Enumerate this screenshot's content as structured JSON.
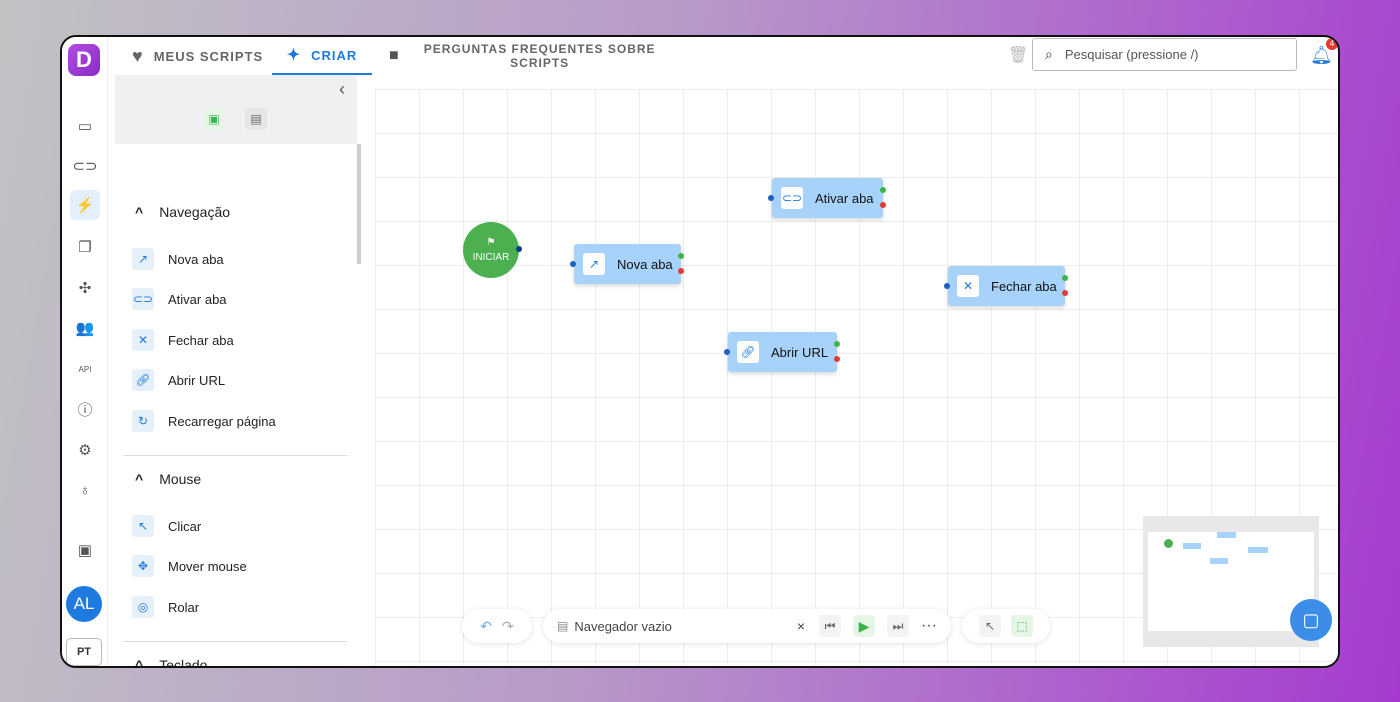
{
  "tabs": [
    {
      "label": "MEUS SCRIPTS",
      "icon": "heart-icon"
    },
    {
      "label": "CRIAR",
      "icon": "sparkle-icon"
    },
    {
      "label": "PERGUNTAS FREQUENTES SOBRE SCRIPTS",
      "icon": "book-icon"
    }
  ],
  "search": {
    "placeholder": "Pesquisar (pressione /)"
  },
  "notifications": {
    "count": "4"
  },
  "rail": {
    "logo": "D",
    "avatar": "AL",
    "lang": "PT"
  },
  "panel": {
    "sections": [
      {
        "title": "Navegação",
        "items": [
          "Nova aba",
          "Ativar aba",
          "Fechar aba",
          "Abrir URL",
          "Recarregar página"
        ]
      },
      {
        "title": "Mouse",
        "items": [
          "Clicar",
          "Mover mouse",
          "Rolar"
        ]
      },
      {
        "title": "Teclado",
        "items": []
      }
    ]
  },
  "canvas": {
    "start": "INICIAR",
    "nodes": [
      "Nova aba",
      "Ativar aba",
      "Fechar aba",
      "Abrir URL"
    ]
  },
  "toolbar": {
    "browser": "Navegador vazio",
    "more": "···"
  },
  "colors": {
    "accent": "#1f7ae0",
    "node": "#a7d3fb",
    "start": "#4caf50"
  }
}
